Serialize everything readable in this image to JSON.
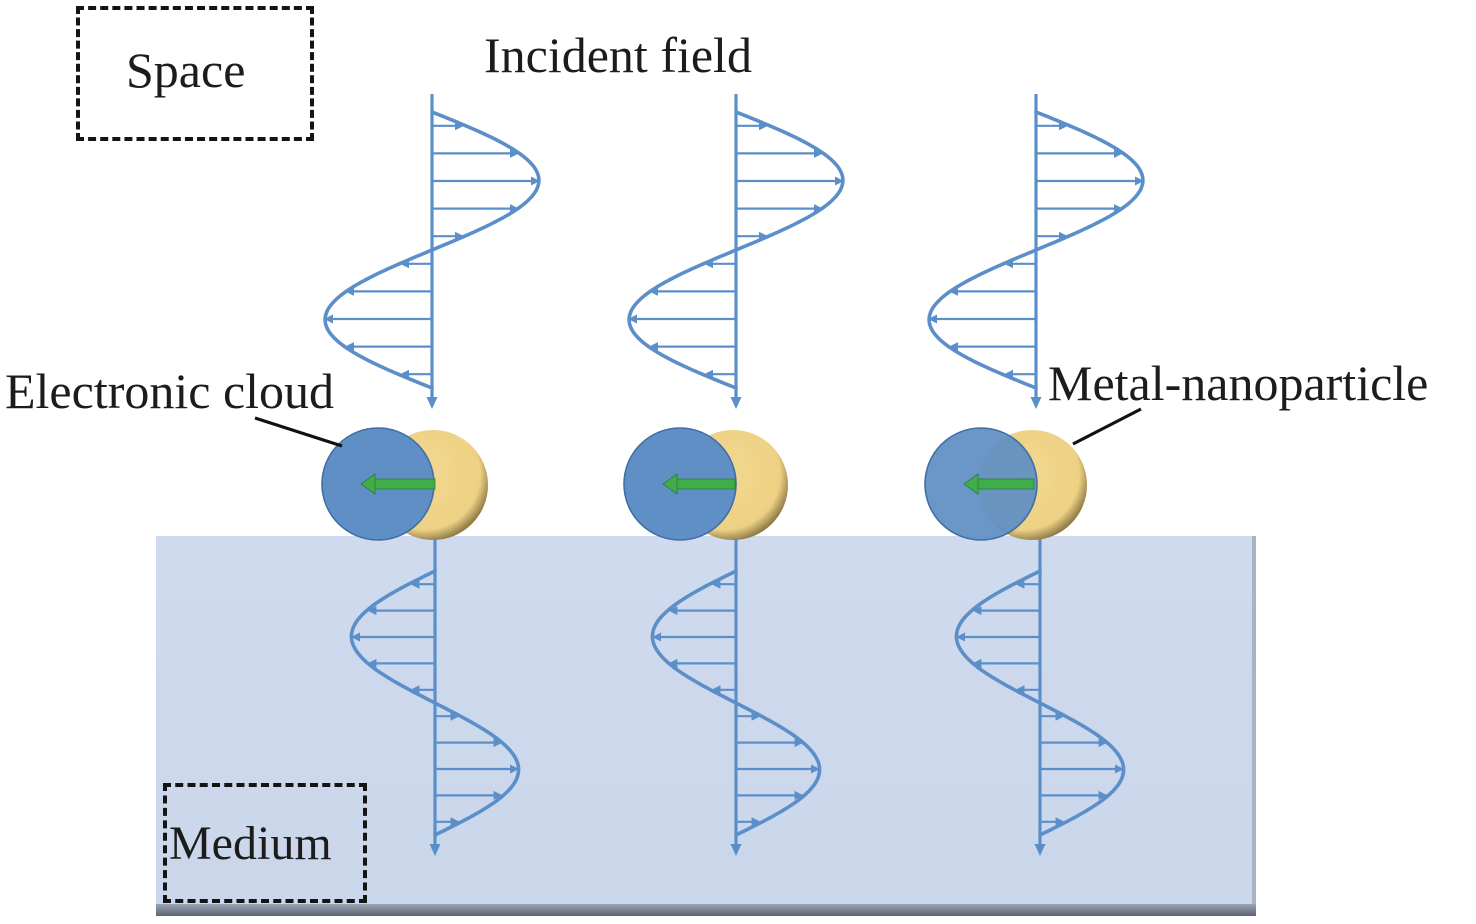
{
  "figure": {
    "labels": {
      "space": "Space",
      "medium": "Medium",
      "incident_field": "Incident field",
      "electronic_cloud": "Electronic cloud",
      "metal_nanoparticle": "Metal-nanoparticle"
    },
    "colors": {
      "wave": "#5b8fc9",
      "electron_cloud": "#5f8fc4",
      "nanoparticle": "#efd389",
      "dipole_arrow": "#3fae4a",
      "medium_fill": "#cfdaee",
      "medium_base": "#6d7584",
      "leader_line": "#111111",
      "dashed_box": "#141414"
    },
    "columns": [
      {
        "id": "left"
      },
      {
        "id": "center"
      },
      {
        "id": "right"
      }
    ],
    "wave": {
      "incident_arrows_upper_lobe": "right",
      "incident_arrows_lower_lobe": "left",
      "transmitted_arrows_upper_lobe": "left",
      "transmitted_arrows_lower_lobe": "right",
      "arrows_per_lobe": 5
    },
    "dipole_direction": "left"
  }
}
